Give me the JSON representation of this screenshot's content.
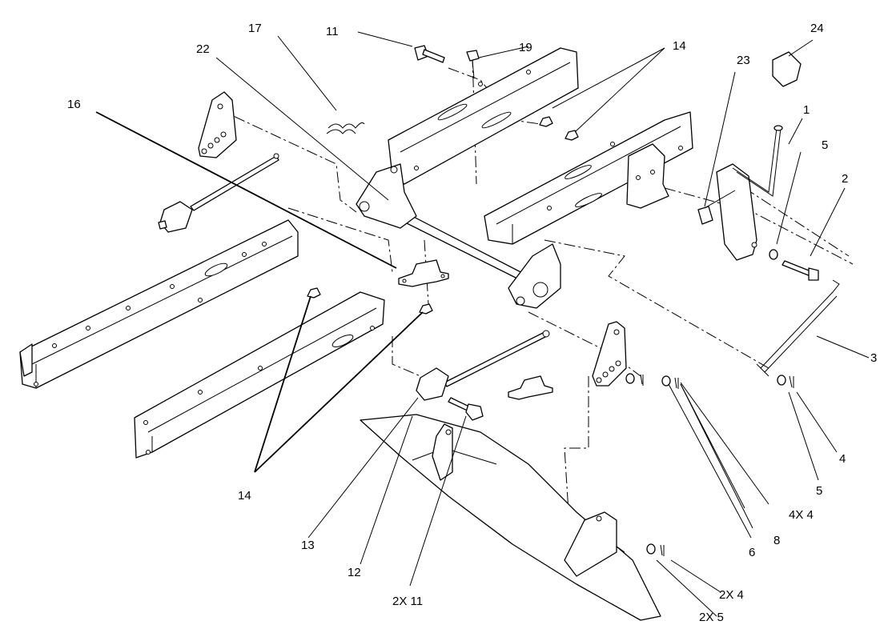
{
  "callouts": {
    "c1": "1",
    "c2": "2",
    "c3": "3",
    "c4": "4",
    "c5a": "5",
    "c5b": "5",
    "c6": "6",
    "c8": "8",
    "c4x4": "4X 4",
    "c11": "11",
    "c12": "12",
    "c13": "13",
    "c14a": "14",
    "c14b": "14",
    "c16": "16",
    "c17": "17",
    "c19": "19",
    "c22": "22",
    "c23": "23",
    "c24": "24",
    "c2x4": "2X 4",
    "c2x5": "2X 5",
    "c2x11": "2X 11"
  }
}
